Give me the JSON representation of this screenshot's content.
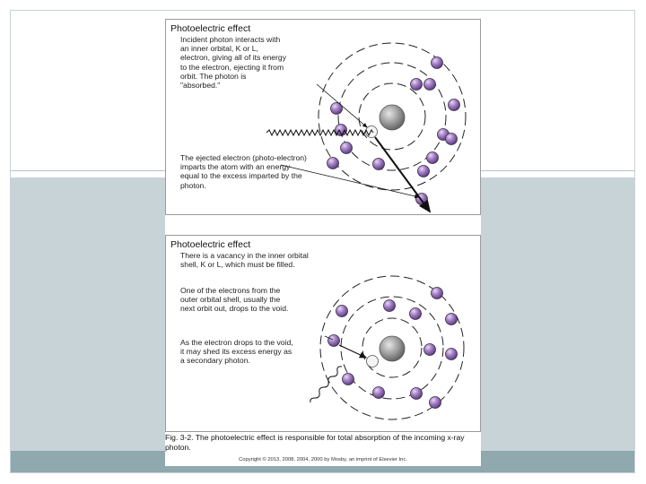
{
  "panels": [
    {
      "title": "Photoelectric effect",
      "texts": [
        "Incident photon interacts with an inner orbital, K or L, electron, giving all of its energy to the electron, ejecting it from orbit. The photon is \"absorbed.\"",
        "The ejected electron (photo-electron) imparts the atom with an energy equal to the excess imparted by the photon."
      ]
    },
    {
      "title": "Photoelectric effect",
      "texts": [
        "There is a vacancy in the inner orbital shell, K or L, which must be filled.",
        "One of the electrons from the outer orbital shell, usually the next orbit out, drops to the void.",
        "As the electron drops to the void, it may shed its excess energy as a secondary photon."
      ]
    }
  ],
  "caption": "Fig. 3-2. The photoelectric effect is responsible for total absorption of the incoming x-ray photon.",
  "copyright": "Copyright © 2013, 2008, 2004, 2000 by Mosby, an imprint of Elsevier Inc.",
  "colors": {
    "electron": "#a07bc0",
    "nucleus": "#8e8e8e",
    "band": "#c8d3d8",
    "band_bottom": "#8fa9ae"
  }
}
